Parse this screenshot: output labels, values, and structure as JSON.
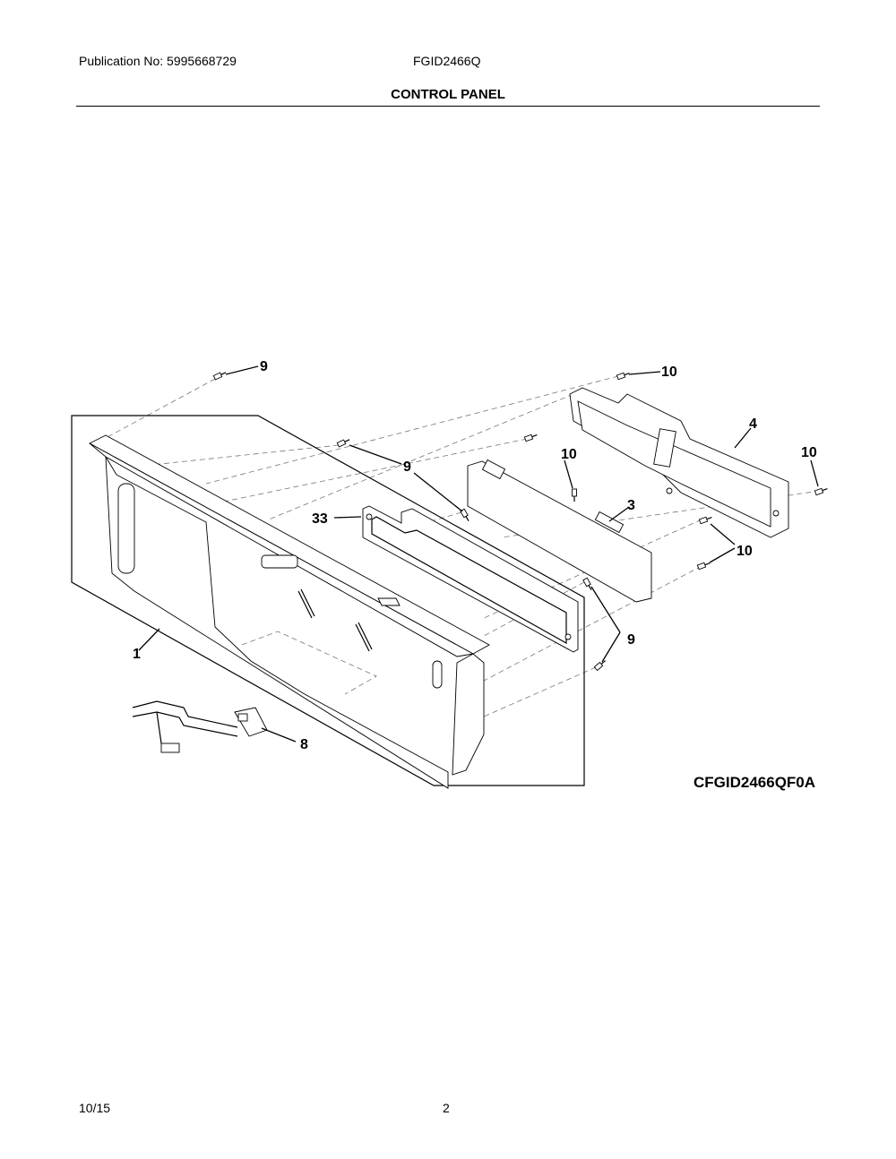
{
  "header": {
    "publication": "Publication No: 5995668729",
    "model": "FGID2466Q",
    "section_title": "CONTROL PANEL"
  },
  "diagram": {
    "figure_code": "CFGID2466QF0A",
    "callouts": {
      "c1": "1",
      "c3": "3",
      "c4": "4",
      "c8": "8",
      "c9a": "9",
      "c9b": "9",
      "c9c": "9",
      "c10a": "10",
      "c10b": "10",
      "c10c": "10",
      "c10d": "10",
      "c33": "33"
    }
  },
  "footer": {
    "date": "10/15",
    "page": "2"
  }
}
